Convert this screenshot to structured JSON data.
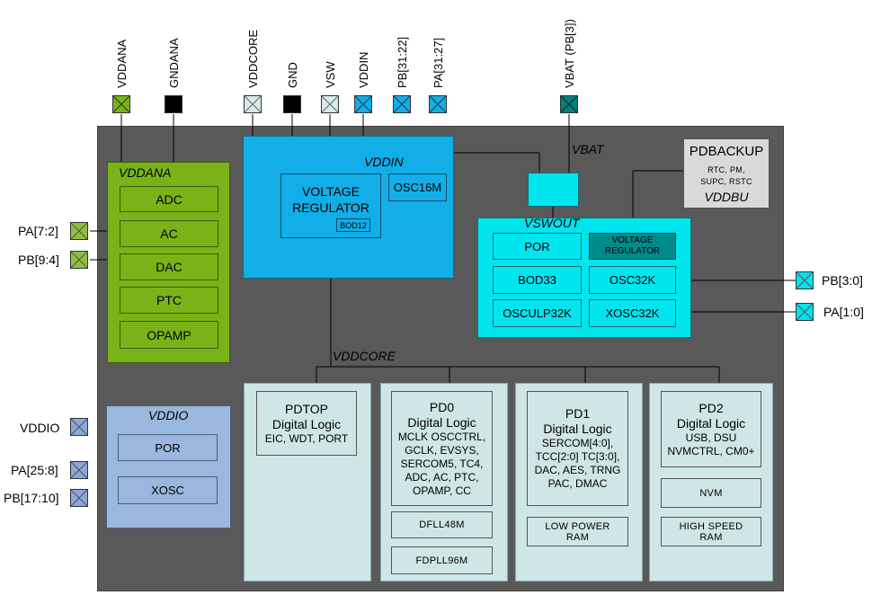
{
  "top_pins": [
    {
      "label": "VDDANA",
      "color": "#7ab317"
    },
    {
      "label": "GNDANA",
      "color": "#000000"
    },
    {
      "label": "VDDCORE",
      "color": "#d6ebeb"
    },
    {
      "label": "GND",
      "color": "#000000"
    },
    {
      "label": "VSW",
      "color": "#d6ebeb"
    },
    {
      "label": "VDDIN",
      "color": "#11aee8"
    },
    {
      "label": "PB[31:22]",
      "color": "#11aee8"
    },
    {
      "label": "PA[31:27]",
      "color": "#11aee8"
    },
    {
      "label": "VBAT (PB[3])",
      "color": "#008080"
    }
  ],
  "left_pins": [
    {
      "label": "PA[7:2]",
      "color": "#8fbf3f"
    },
    {
      "label": "PB[9:4]",
      "color": "#8fbf3f"
    },
    {
      "label": "VDDIO",
      "color": "#8aa8d8"
    },
    {
      "label": "PA[25:8]",
      "color": "#8aa8d8"
    },
    {
      "label": "PB[17:10]",
      "color": "#8aa8d8"
    }
  ],
  "right_pins": [
    {
      "label": "PB[3:0]",
      "color": "#00e5ee"
    },
    {
      "label": "PA[1:0]",
      "color": "#00e5ee"
    }
  ],
  "vddana": {
    "title": "VDDANA",
    "blocks": [
      "ADC",
      "AC",
      "DAC",
      "PTC",
      "OPAMP"
    ]
  },
  "vddin": {
    "title": "VDDIN",
    "regulator": "VOLTAGE REGULATOR",
    "bod": "BOD12",
    "osc": "OSC16M"
  },
  "vbat_label": "VBAT",
  "pdbackup": {
    "title": "PDBACKUP",
    "lines": "RTC, PM, SUPC, RSTC",
    "domain": "VDDBU"
  },
  "vswout": {
    "title": "VSWOUT",
    "por": "POR",
    "regulator": "VOLTAGE REGULATOR",
    "bod33": "BOD33",
    "osc32k": "OSC32K",
    "osculp32k": "OSCULP32K",
    "xosc32k": "XOSC32K"
  },
  "vddcore_label": "VDDCORE",
  "vddio": {
    "title": "VDDIO",
    "por": "POR",
    "xosc": "XOSC"
  },
  "pd": [
    {
      "name": "PDTOP",
      "sub": "Digital Logic",
      "body": "EIC, WDT, PORT"
    },
    {
      "name": "PD0",
      "sub": "Digital Logic",
      "body": "MCLK OSCCTRL, GCLK, EVSYS, SERCOM5, TC4, ADC, AC, PTC, OPAMP, CC"
    },
    {
      "name": "PD1",
      "sub": "Digital Logic",
      "body": "SERCOM[4:0], TCC[2:0] TC[3:0], DAC, AES, TRNG PAC, DMAC"
    },
    {
      "name": "PD2",
      "sub": "Digital Logic",
      "body": "USB, DSU NVMCTRL, CM0+"
    }
  ],
  "pd0_extra": [
    "DFLL48M",
    "FDPLL96M"
  ],
  "pd1_extra": "LOW POWER RAM",
  "pd2_extra": [
    "NVM",
    "HIGH SPEED RAM"
  ],
  "colors": {
    "chip": "#595959",
    "vddana": "#7ab317",
    "vddin": "#11aee8",
    "vswout": "#00e5ee",
    "vddio": "#9ab7dd",
    "pd": "#cfe6e6",
    "pdbackup": "#d9d9d9"
  }
}
